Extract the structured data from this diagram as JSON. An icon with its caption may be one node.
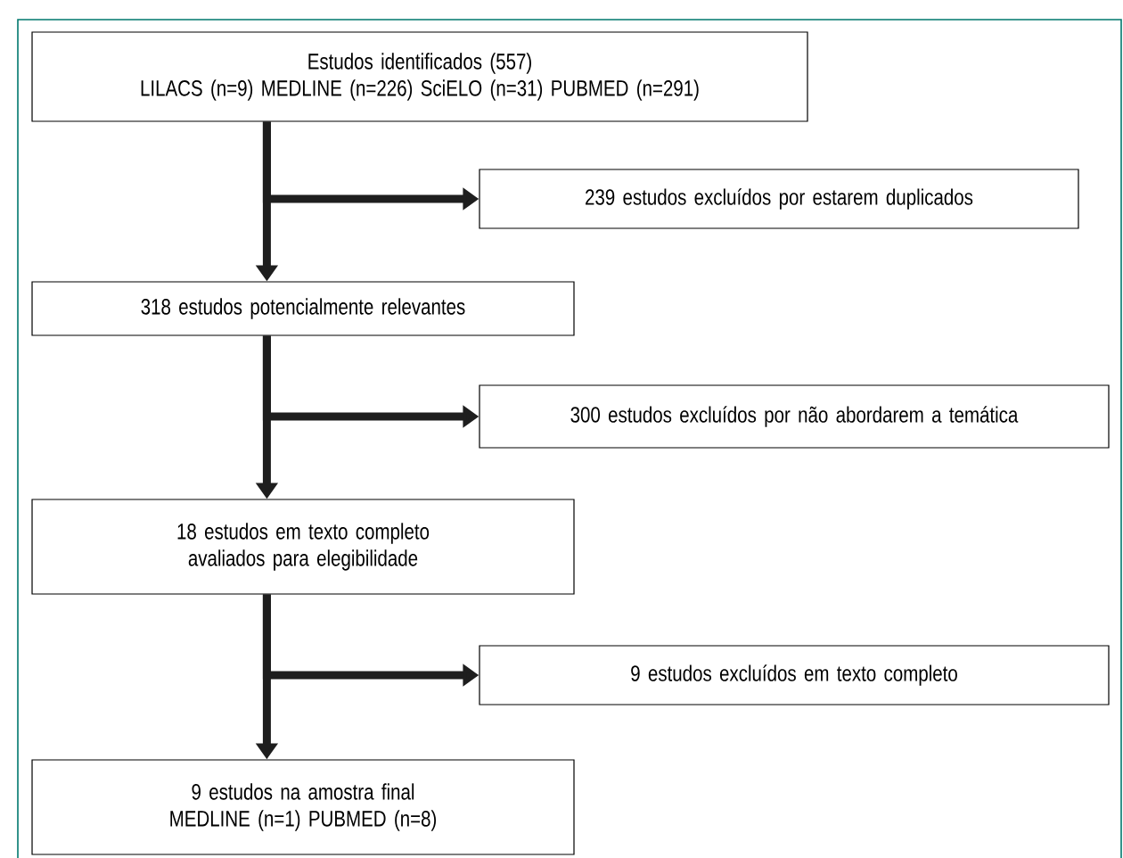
{
  "diagram": {
    "nodes": [
      {
        "text": [
          "Estudos identificados (557)",
          "LILACS (n=9)   MEDLINE (n=226)   SciELO (n=31)   PUBMED (n=291)"
        ]
      },
      {
        "text": [
          "239 estudos excluídos por estarem duplicados"
        ]
      },
      {
        "text": [
          "318 estudos potencialmente relevantes"
        ]
      },
      {
        "text": [
          "300 estudos excluídos por não abordarem a temática"
        ]
      },
      {
        "text": [
          "18 estudos em texto completo avaliados para elegibilidade"
        ]
      },
      {
        "text": [
          "9 estudos excluídos em texto completo"
        ]
      },
      {
        "text": [
          "9 estudos na amostra final",
          "MEDLINE (n=1)   PUBMED (n=8)"
        ]
      }
    ],
    "edges": [
      {
        "from": 0,
        "to": 2,
        "arrow": "to"
      },
      {
        "from": 0,
        "to": 1,
        "arrow": "to"
      },
      {
        "from": 2,
        "to": 4,
        "arrow": "to"
      },
      {
        "from": 2,
        "to": 3,
        "arrow": "to"
      },
      {
        "from": 4,
        "to": 6,
        "arrow": "to"
      },
      {
        "from": 4,
        "to": 5,
        "arrow": "to"
      }
    ]
  }
}
